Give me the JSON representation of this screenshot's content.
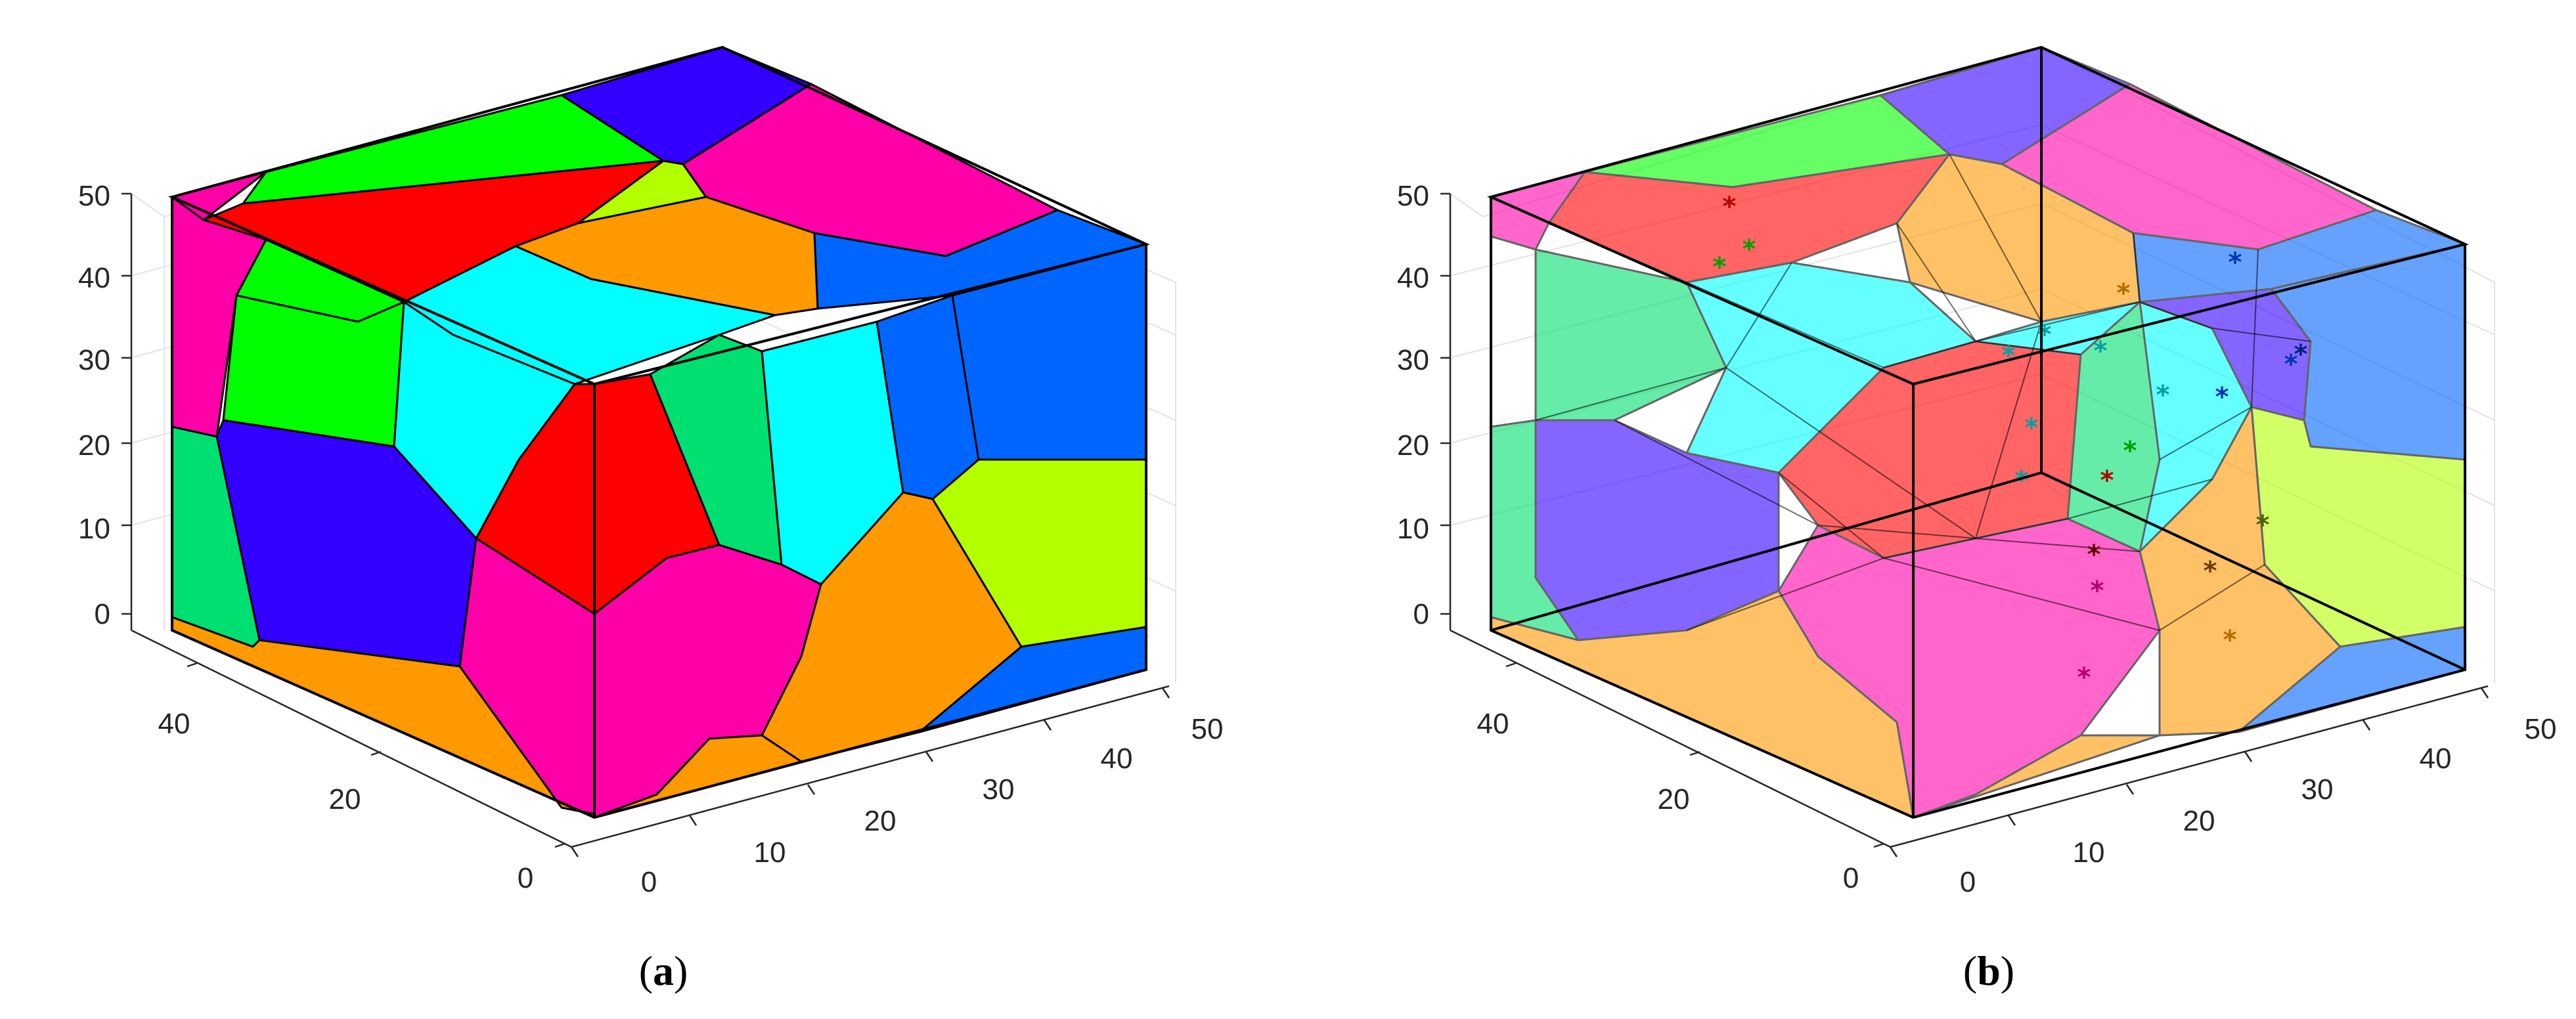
{
  "figure": {
    "panels": [
      {
        "id": "a",
        "caption_open": "(",
        "caption_letter": "a",
        "caption_close": ")",
        "z_ticks": [
          "0",
          "10",
          "20",
          "30",
          "40",
          "50"
        ],
        "x_ticks": [
          "0",
          "10",
          "20",
          "30",
          "40",
          "50"
        ],
        "y_ticks": [
          "0",
          "20",
          "40"
        ]
      },
      {
        "id": "b",
        "caption_open": "(",
        "caption_letter": "b",
        "caption_close": ")",
        "z_ticks": [
          "0",
          "10",
          "20",
          "30",
          "40",
          "50"
        ],
        "x_ticks": [
          "0",
          "10",
          "20",
          "30",
          "40",
          "50"
        ],
        "y_ticks": [
          "0",
          "20",
          "40"
        ]
      }
    ],
    "seed_marker": "*",
    "colors": {
      "magenta": "#ff00a8",
      "red": "#ff0000",
      "green": "#00ff00",
      "spring_green": "#00e070",
      "blue_violet": "#3300ff",
      "orange": "#ff9900",
      "cyan": "#00ffff",
      "azure": "#0066ff",
      "lime": "#b3ff00"
    }
  }
}
